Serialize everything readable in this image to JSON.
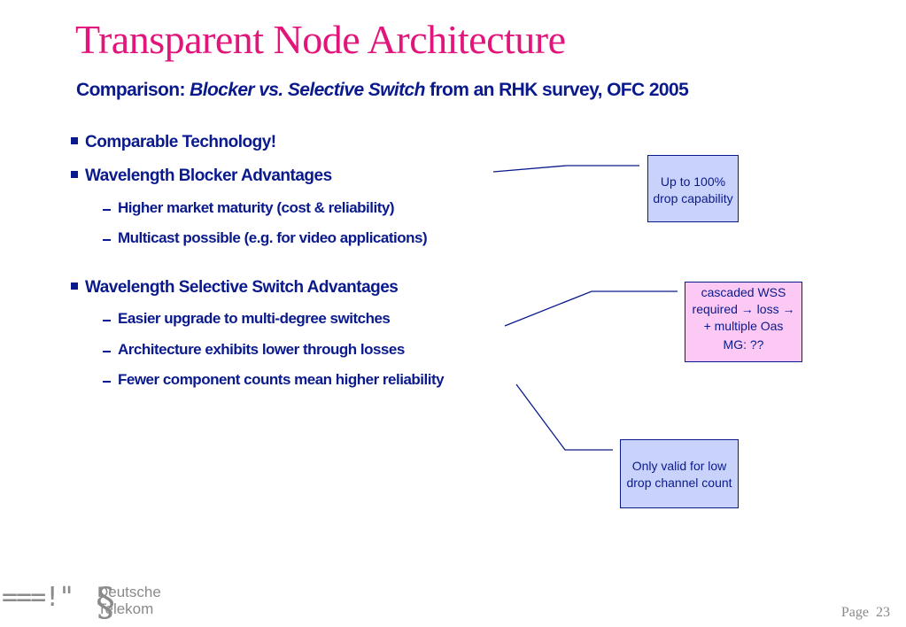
{
  "title": "Transparent Node Architecture",
  "subtitle": {
    "prefix": "Comparison: ",
    "emphasis": "Blocker  vs. Selective Switch",
    "suffix": "  from an RHK survey, OFC 2005"
  },
  "bullets": [
    {
      "text": "Comparable Technology!"
    },
    {
      "text": "Wavelength Blocker Advantages"
    },
    {
      "text": "Higher market maturity (cost & reliability)"
    },
    {
      "text": "Multicast possible (e.g. for video applications)"
    },
    {
      "text": "Wavelength Selective Switch Advantages"
    },
    {
      "text": "Easier upgrade to multi-degree switches"
    },
    {
      "text": "Architecture exhibits lower through losses"
    },
    {
      "text": "Fewer component counts mean higher reliability"
    }
  ],
  "callouts": {
    "blocker": {
      "line1": "Up to 100%",
      "line2": "drop capability"
    },
    "wss": {
      "line1": "cascaded WSS",
      "line2": "required → loss →",
      "line3": "+ multiple Oas",
      "line4": "MG: ??"
    },
    "reliability": {
      "line1": "Only valid for low",
      "line2": "drop channel count"
    }
  },
  "logo": {
    "mark": "===!\"",
    "t_letter": "§",
    "word1": "Deutsche",
    "word2": "Telekom"
  },
  "footer": {
    "page_label": "Page",
    "page_number": "23"
  },
  "colors": {
    "title": "#e2157a",
    "text": "#0a1a8c",
    "callout_blue": "#c9d2fb",
    "callout_pink": "#fbc9f3"
  }
}
